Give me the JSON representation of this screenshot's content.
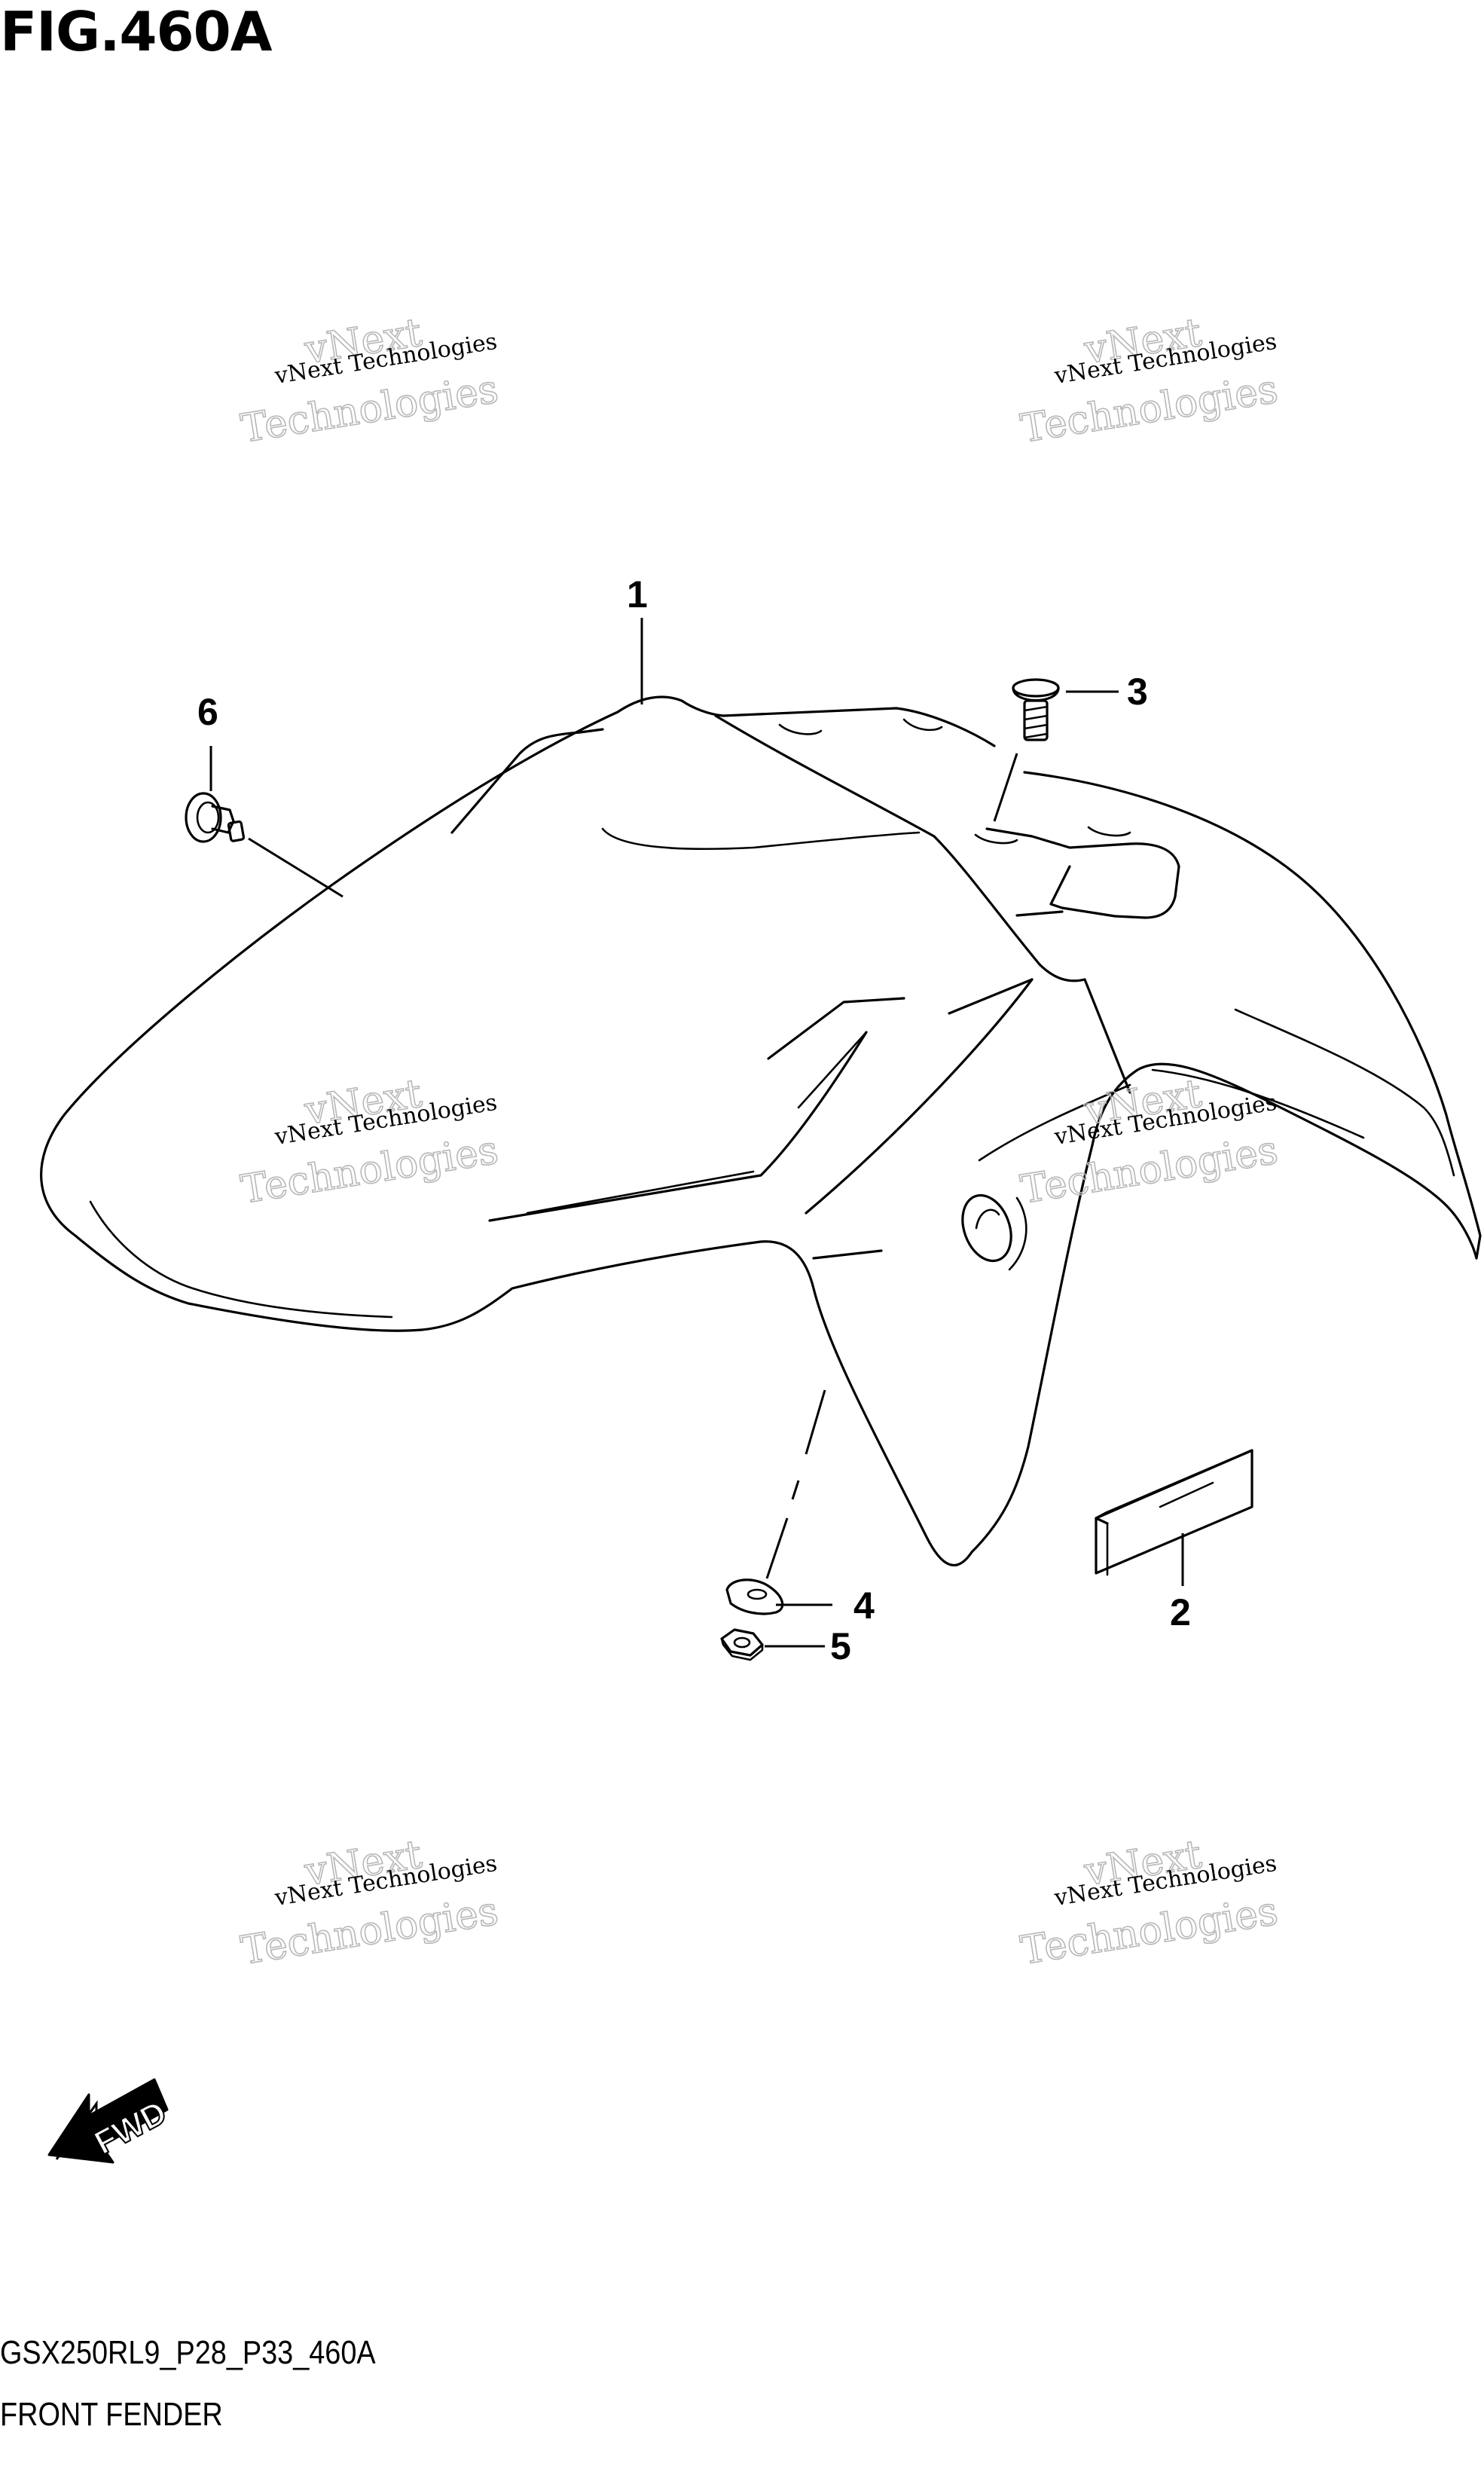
{
  "figure": {
    "title": "FIG.460A"
  },
  "callouts": [
    {
      "id": "1",
      "label": "1"
    },
    {
      "id": "2",
      "label": "2"
    },
    {
      "id": "3",
      "label": "3"
    },
    {
      "id": "4",
      "label": "4"
    },
    {
      "id": "5",
      "label": "5"
    },
    {
      "id": "6",
      "label": "6"
    }
  ],
  "watermark": {
    "line_small": "vNext Technologies",
    "line_big_1": "vNext",
    "line_big_2": "Technologies"
  },
  "direction_marker": {
    "label": "FWD"
  },
  "footer": {
    "model_code": "GSX250RL9_P28_P33_460A",
    "part_group": "FRONT FENDER"
  }
}
